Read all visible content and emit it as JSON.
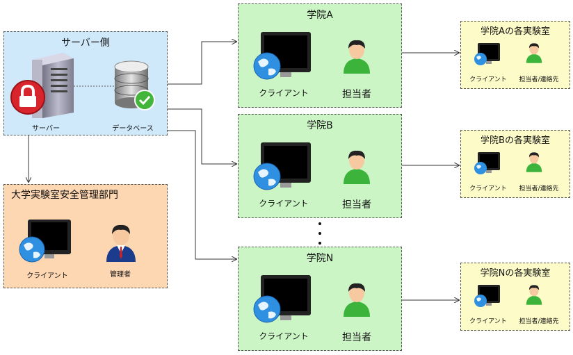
{
  "server": {
    "title": "サーバー側",
    "server_label": "サーバー",
    "database_label": "データベース"
  },
  "department": {
    "title": "大学実験室安全管理部門",
    "client_label": "クライアント",
    "admin_label": "管理者"
  },
  "colleges": [
    {
      "title": "学院A",
      "client_label": "クライアント",
      "person_label": "担当者"
    },
    {
      "title": "学院B",
      "client_label": "クライアント",
      "person_label": "担当者"
    },
    {
      "title": "学院N",
      "client_label": "クライアント",
      "person_label": "担当者"
    }
  ],
  "labs": [
    {
      "title": "学院Aの各実験室",
      "client_label": "クライアント",
      "person_label": "担当者/連絡先"
    },
    {
      "title": "学院Bの各実験室",
      "client_label": "クライアント",
      "person_label": "担当者/連絡先"
    },
    {
      "title": "学院Nの各実験室",
      "client_label": "クライアント",
      "person_label": "担当者/連絡先"
    }
  ],
  "colors": {
    "server_bg": "#cfe9fb",
    "department_bg": "#fdd6b2",
    "college_bg": "#ccf5c6",
    "lab_bg": "#fdfbc8"
  },
  "icons": [
    "server-icon",
    "lock-icon",
    "database-icon",
    "check-icon",
    "monitor-icon",
    "globe-icon",
    "person-icon",
    "manager-icon"
  ]
}
